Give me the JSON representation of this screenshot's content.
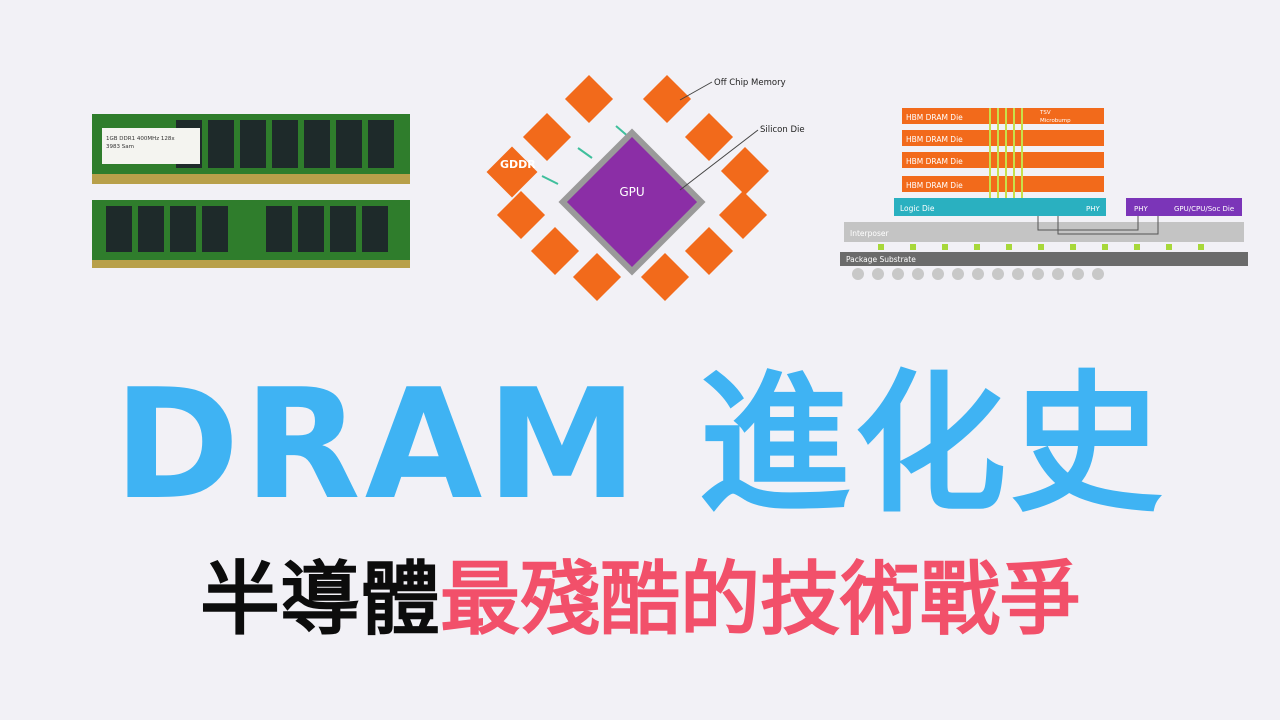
{
  "ram": {
    "label_line1": "1GB DDR1 400MHz 128x",
    "label_line2": "3983  Sam"
  },
  "gpu_diagram": {
    "chip_label": "GPU",
    "gddr_label": "GDDR",
    "off_chip_label": "Off Chip Memory",
    "silicon_die_label": "Silicon Die"
  },
  "hbm_diagram": {
    "dram_dies": [
      "HBM DRAM Die",
      "HBM DRAM Die",
      "HBM DRAM Die",
      "HBM DRAM Die"
    ],
    "tsv_label": "TSV",
    "microbump_label": "Microbump",
    "logic_die_label": "Logic Die",
    "phy_left_label": "PHY",
    "phy_right_label": "PHY",
    "soc_label": "GPU/CPU/Soc Die",
    "interposer_label": "Interposer",
    "package_label": "Package Substrate"
  },
  "headline": {
    "title": "DRAM 進化史",
    "subtitle_black": "半導體",
    "subtitle_red": "最殘酷的技術戰爭"
  },
  "colors": {
    "title_blue": "#3fb3f3",
    "subtitle_red": "#f2506a",
    "gpu_purple": "#8b2ea6",
    "memory_orange": "#f26a1b",
    "logic_teal": "#2ab0c0",
    "soc_purple": "#7b35b8"
  }
}
